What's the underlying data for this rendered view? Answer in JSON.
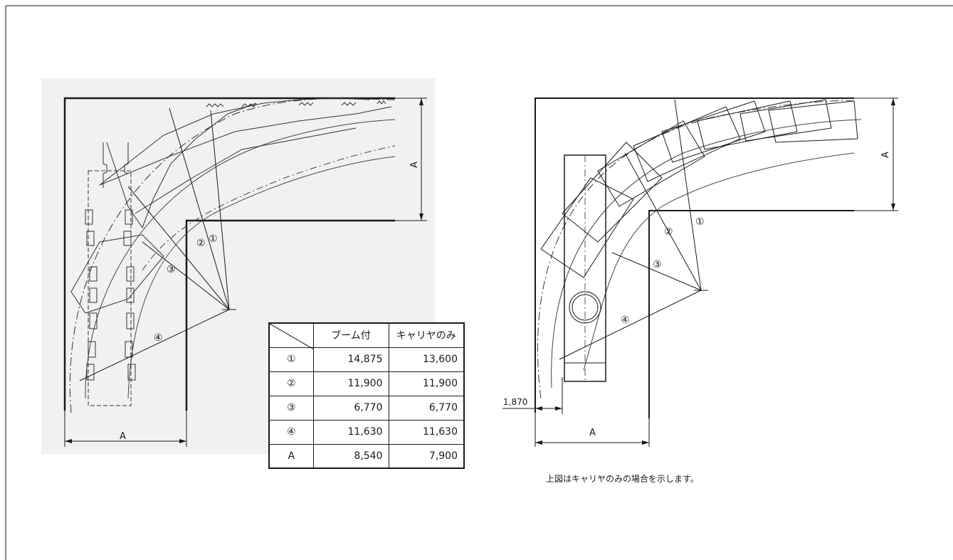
{
  "labels": {
    "dim_a": "A",
    "mark1": "①",
    "mark2": "②",
    "mark3": "③",
    "mark4": "④",
    "offset": "1,870"
  },
  "table": {
    "col1": "ブーム付",
    "col2": "キャリヤのみ",
    "rows": [
      {
        "key": "①",
        "boom": "14,875",
        "carrier": "13,600"
      },
      {
        "key": "②",
        "boom": "11,900",
        "carrier": "11,900"
      },
      {
        "key": "③",
        "boom": "6,770",
        "carrier": "6,770"
      },
      {
        "key": "④",
        "boom": "11,630",
        "carrier": "11,630"
      },
      {
        "key": "A",
        "boom": "8,540",
        "carrier": "7,900"
      }
    ]
  },
  "note": "上図はキャリヤのみの場合を示します。"
}
